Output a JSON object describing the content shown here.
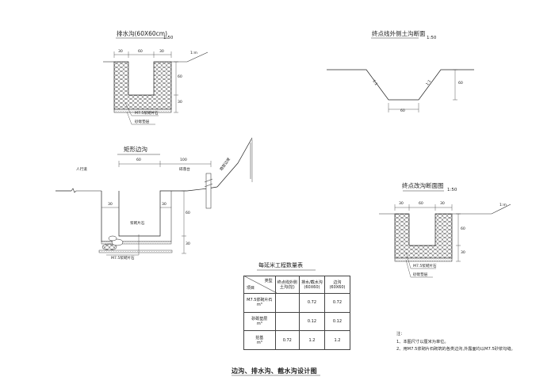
{
  "drawing": {
    "title": "边沟、排水沟、截水沟设计图"
  },
  "drain_section": {
    "title": "排水沟(60X60cm)",
    "scale": "1:50",
    "dims": {
      "left_wall": "30",
      "opening": "60",
      "right_wall": "30",
      "depth": "60",
      "base": "30",
      "slope": "1:m"
    },
    "callout_1": "M7.5浆砌片石",
    "callout_2": "砂砾垫层"
  },
  "ditch_section": {
    "title": "终点线外侧土沟断面",
    "scale": "1:50",
    "dims": {
      "bottom": "60",
      "depth": "60",
      "slope_left": "1:1",
      "slope_right": "1:1"
    }
  },
  "side_ditch": {
    "title": "矩形边沟",
    "dims": {
      "top_60": "60",
      "top_100": "100",
      "inner_30": "30",
      "right_30": "30",
      "depth": "60",
      "base": "30"
    },
    "label_walkway": "人行道",
    "label_platform": "碎落台",
    "label_slope": "路堑边坡",
    "label_fill": "浆砌片石",
    "callout": "M7.5浆砌片石"
  },
  "end_section": {
    "title": "终点改沟断面图",
    "scale": "1:50",
    "dims": {
      "left_wall": "30",
      "opening": "60",
      "right_wall": "30",
      "depth": "60",
      "base": "30",
      "slope": "1:m"
    },
    "callout_1": "M7.5浆砌片石",
    "callout_2": "砂砾垫层"
  },
  "quantity_table": {
    "title": "每延米工程数量表",
    "corner_top": "类型",
    "corner_bottom": "项目",
    "columns": [
      {
        "line1": "终点线外侧土沟(挖)",
        "line2": ""
      },
      {
        "line1": "排水/截水沟",
        "line2": "(60X60)"
      },
      {
        "line1": "边沟",
        "line2": "(60X60)"
      }
    ],
    "rows": [
      {
        "item": "M7.5浆砌片石",
        "unit": "m³",
        "values": [
          "",
          "0.72",
          "0.72"
        ]
      },
      {
        "item": "砂砾垫层",
        "unit": "m³",
        "values": [
          "",
          "0.12",
          "0.12"
        ]
      },
      {
        "item": "挖基",
        "unit": "m³",
        "values": [
          "0.72",
          "1.2",
          "1.2"
        ]
      }
    ]
  },
  "notes": {
    "heading": "注：",
    "items": [
      "1、本图尺寸以厘米为单位。",
      "2、用M7.5浆砌片石砌筑的各类边沟,外露面均以M7.5砂浆勾缝。"
    ]
  }
}
